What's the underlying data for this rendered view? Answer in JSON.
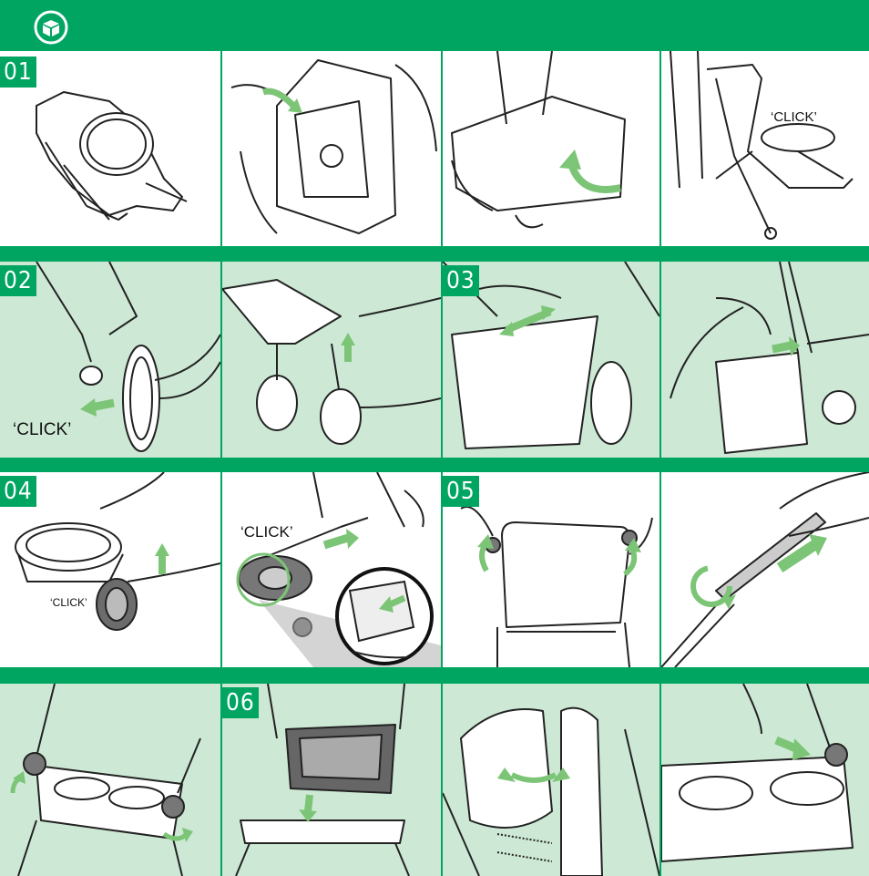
{
  "header": {
    "icon": "box-icon",
    "color": "#00a562"
  },
  "colors": {
    "brand": "#00a562",
    "panel_tint": "#cde9d5",
    "arrow": "#7cc576",
    "line": "#222222"
  },
  "steps": [
    {
      "number": "01"
    },
    {
      "number": "02"
    },
    {
      "number": "03"
    },
    {
      "number": "04"
    },
    {
      "number": "05"
    },
    {
      "number": "06"
    }
  ],
  "click_labels": {
    "r1p4": "‘CLICK’",
    "r2p1": "‘CLICK’",
    "r3p1": "‘CLICK’",
    "r3p2": "‘CLICK’"
  }
}
